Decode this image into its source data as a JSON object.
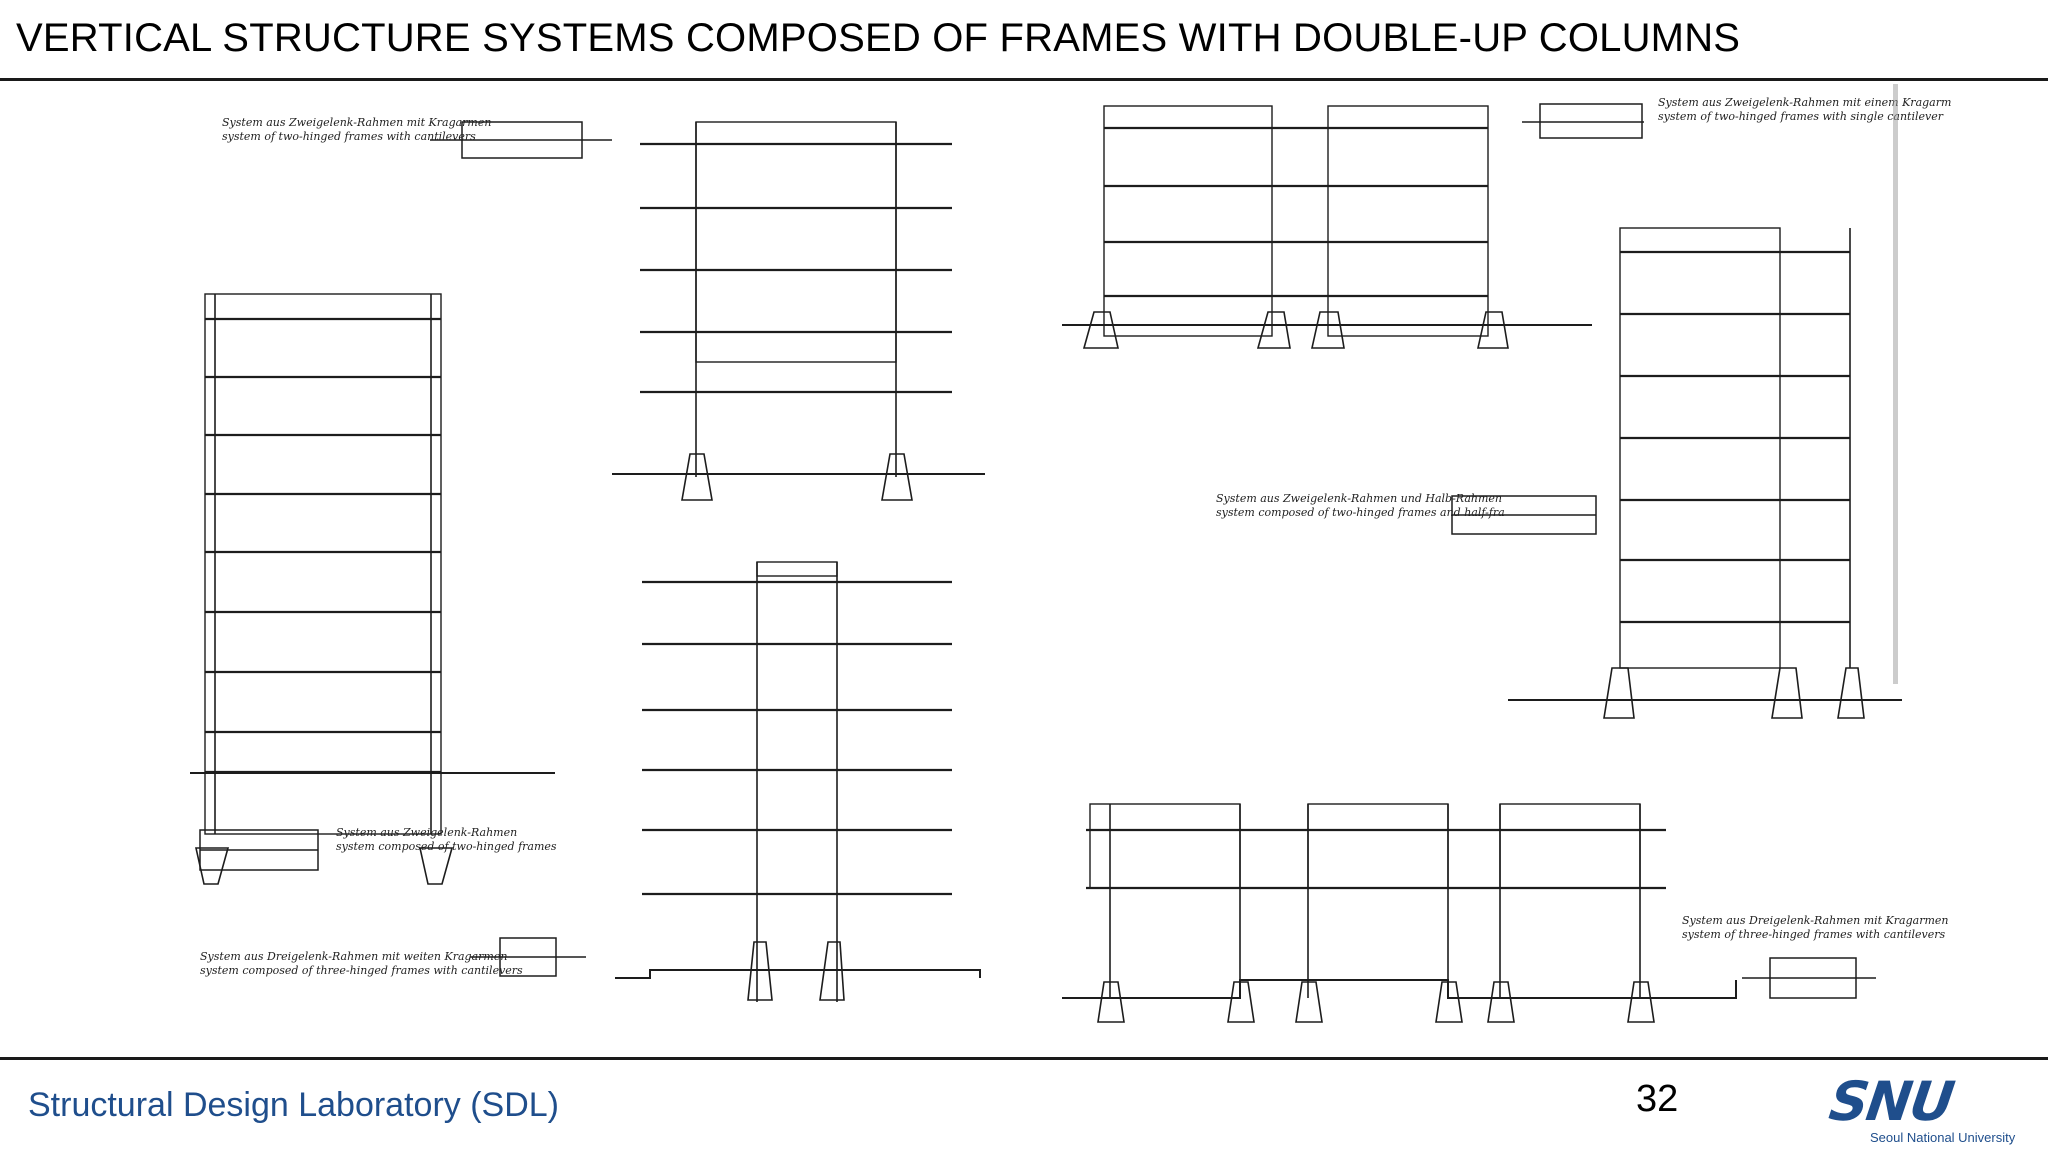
{
  "slide": {
    "title": "VERTICAL STRUCTURE SYSTEMS COMPOSED OF FRAMES WITH DOUBLE-UP COLUMNS",
    "page_number": "32"
  },
  "footer": {
    "lab_name": "Structural Design Laboratory (SDL)",
    "logo_text": "SNU",
    "logo_subtitle": "Seoul National University"
  },
  "figure": {
    "captions": [
      {
        "de": "System aus Zweigelenk-Rahmen mit Kragarmen",
        "en": "system of two-hinged frames with cantilevers"
      },
      {
        "de": "System aus Zweigelenk-Rahmen",
        "en": "system composed of two-hinged frames"
      },
      {
        "de": "System aus Dreigelenk-Rahmen mit weiten Kragarmen",
        "en": "system composed of three-hinged frames with cantilevers"
      },
      {
        "de": "System aus Zweigelenk-Rahmen mit einem Kragarm",
        "en": "system of two-hinged frames with single cantilever"
      },
      {
        "de": "System aus Zweigelenk-Rahmen und Halb-Rahmen",
        "en": "system composed of two-hinged frames and half-fra"
      },
      {
        "de": "System aus Dreigelenk-Rahmen mit Kragarmen",
        "en": "system of three-hinged frames with cantilevers"
      }
    ]
  },
  "colors": {
    "title_text": "#000000",
    "lab_name": "#1f4e8c",
    "logo": "#1f4e8c",
    "rules": "#1a1a1a"
  }
}
